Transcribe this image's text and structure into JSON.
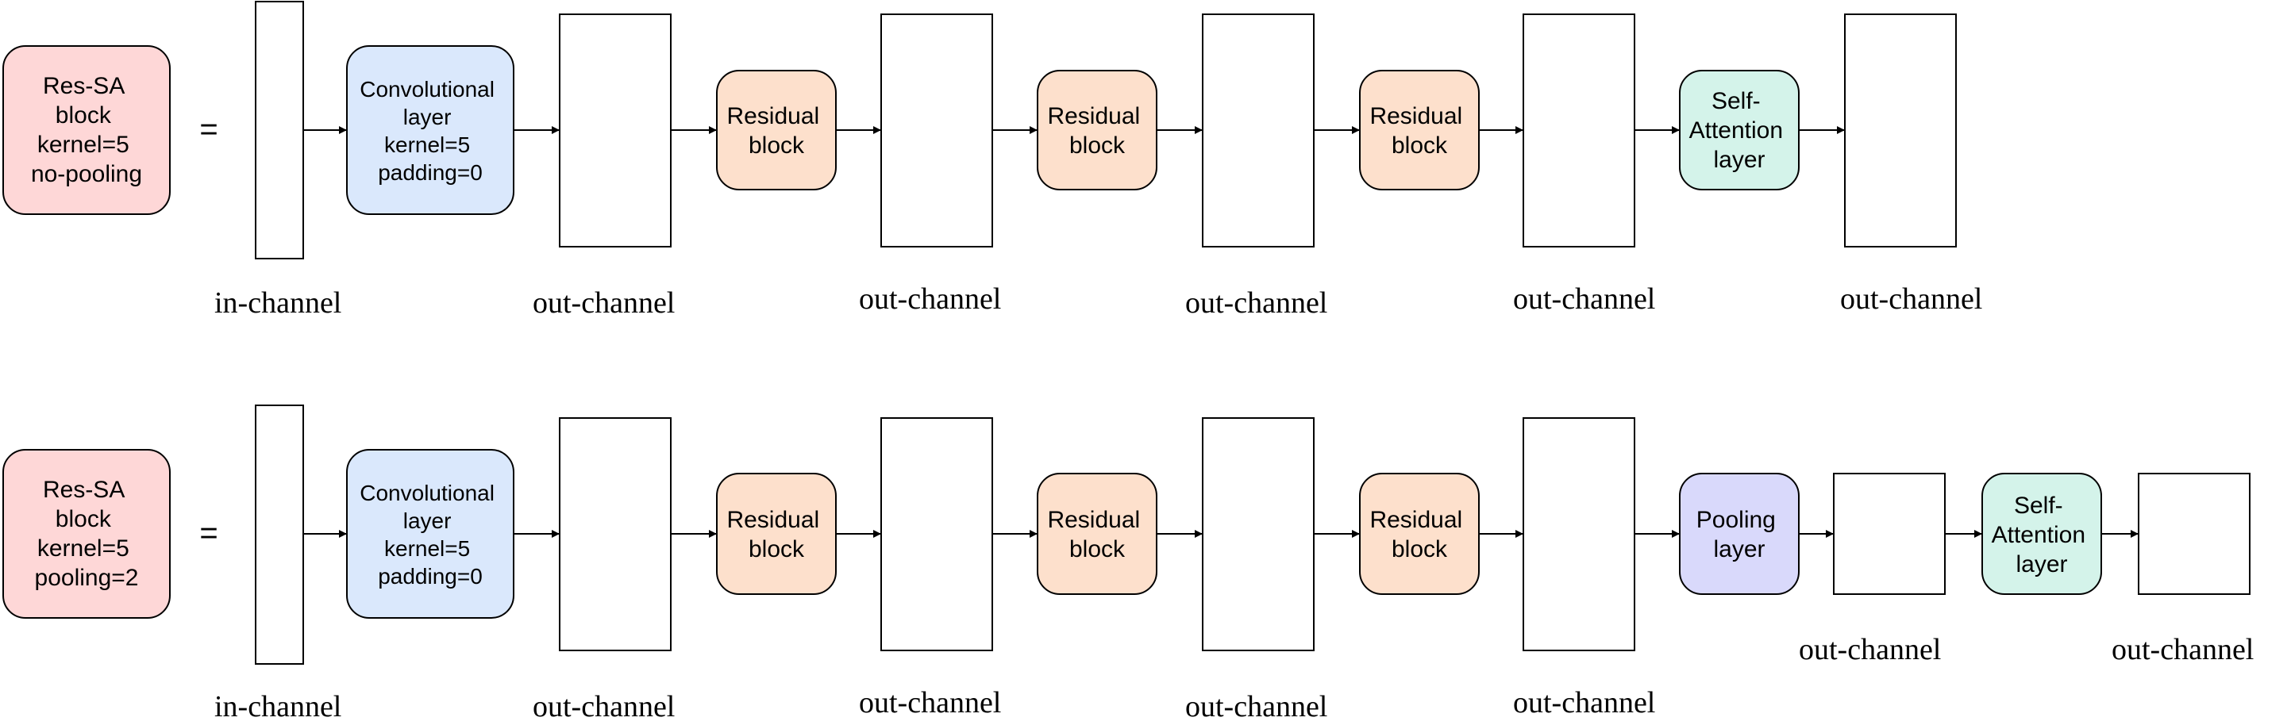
{
  "colors": {
    "res_sa": "#fed7d7",
    "conv": "#dae8fc",
    "residual": "#fde0cc",
    "attention": "#d4f3ea",
    "pooling": "#d9d9fb",
    "stroke": "#000000",
    "background": "#ffffff"
  },
  "equals_sign": "=",
  "rows": [
    {
      "def_lines": [
        "Res-SA",
        "block",
        "kernel=5",
        "no-pooling"
      ],
      "conv_lines": [
        "Convolutional",
        "layer",
        "kernel=5",
        "padding=0"
      ],
      "residual_lines": [
        "Residual",
        "block"
      ],
      "attention_lines": [
        "Self-",
        "Attention",
        "layer"
      ],
      "in_label": "in-channel",
      "out_label": "out-channel"
    },
    {
      "def_lines": [
        "Res-SA",
        "block",
        "kernel=5",
        "pooling=2"
      ],
      "conv_lines": [
        "Convolutional",
        "layer",
        "kernel=5",
        "padding=0"
      ],
      "residual_lines": [
        "Residual",
        "block"
      ],
      "pooling_lines": [
        "Pooling",
        "layer"
      ],
      "attention_lines": [
        "Self-",
        "Attention",
        "layer"
      ],
      "in_label": "in-channel",
      "out_label": "out-channel"
    }
  ]
}
